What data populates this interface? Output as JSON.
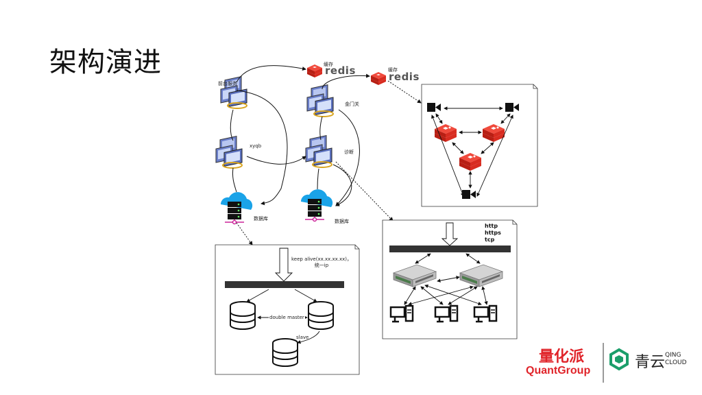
{
  "slide": {
    "title": "架构演进"
  },
  "left_stack": {
    "top_node_label": "前台服务",
    "mid_node_label": "xyqb",
    "db_label": "数据库"
  },
  "mid_stack": {
    "top_node_label": "金门关",
    "mid_node_label": "诊断",
    "db_label": "数据库"
  },
  "redis_top": {
    "caption": "缓存",
    "word": "redis"
  },
  "redis_mid": {
    "caption": "缓存",
    "word": "redis"
  },
  "db_detail": {
    "vip_note": "keep alive(xx.xx.xx.xx)，统一ip",
    "double_master": "double master",
    "slave": "slave"
  },
  "lb_detail": {
    "protocols": [
      "http",
      "https",
      "tcp"
    ]
  },
  "logos": {
    "quantgroup_cn": "量化派",
    "quantgroup_en": "QuantGroup",
    "qingcloud_cn": "青云",
    "qingcloud_en_1": "QING",
    "qingcloud_en_2": "CLOUD"
  },
  "colors": {
    "redis_red": "#d82c20",
    "cloud_blue": "#1aa3e8",
    "brand_red": "#e0242a",
    "qing_green": "#1a9e6a"
  }
}
